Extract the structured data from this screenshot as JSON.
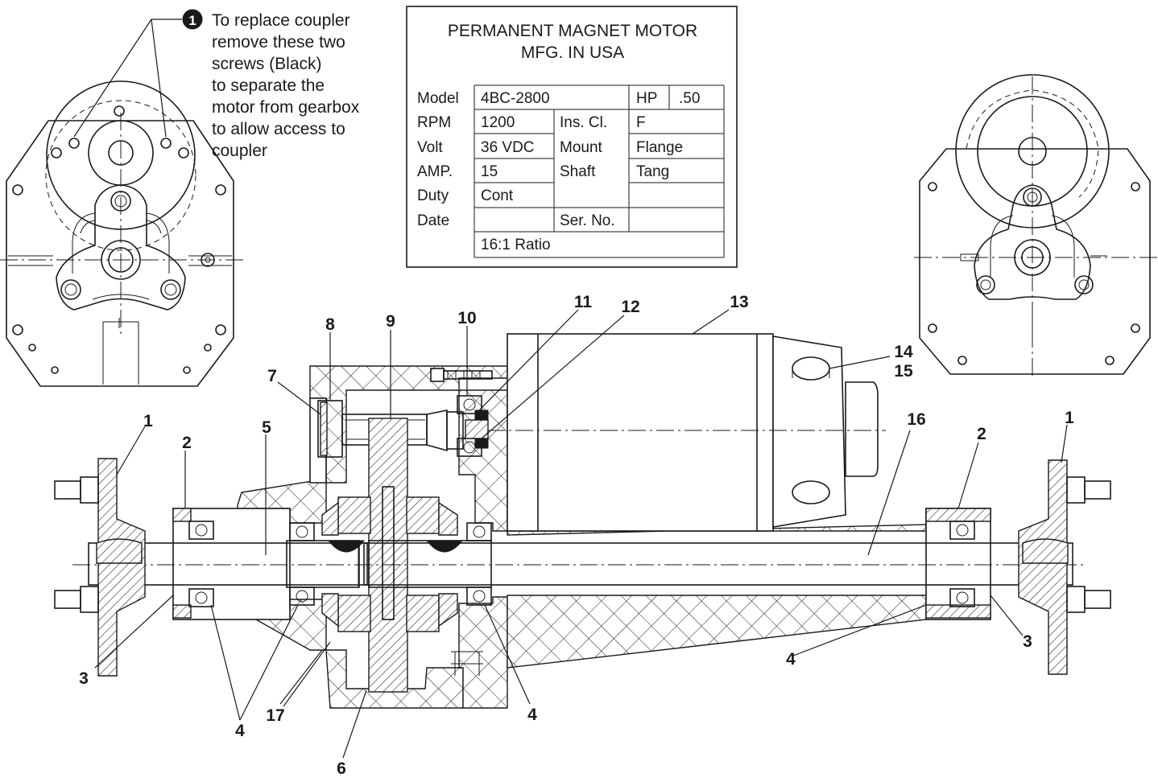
{
  "note": {
    "marker": "1",
    "lines": [
      "To replace coupler",
      "remove these two",
      "screws (Black)",
      "to separate the",
      "motor from gearbox",
      "to allow access to",
      "coupler"
    ]
  },
  "nameplate": {
    "title_line1": "PERMANENT MAGNET MOTOR",
    "title_line2": "MFG. IN USA",
    "rows": [
      [
        "Model",
        "4BC-2800",
        "",
        "HP",
        ".50"
      ],
      [
        "RPM",
        "1200",
        "Ins. Cl.",
        "F",
        ""
      ],
      [
        "Volt",
        "36 VDC",
        "Mount",
        "Flange",
        ""
      ],
      [
        "AMP.",
        "15",
        "Shaft",
        "Tang",
        ""
      ],
      [
        "Duty",
        "Cont",
        "",
        "",
        ""
      ],
      [
        "Date",
        "",
        "Ser. No.",
        "",
        ""
      ],
      [
        "",
        "16:1 Ratio",
        "",
        "",
        ""
      ]
    ]
  },
  "callouts": {
    "c1_left": "1",
    "c1_right": "1",
    "c2_left": "2",
    "c2_right": "2",
    "c3_left": "3",
    "c3_right": "3",
    "c4_left": "4",
    "c4_mid": "4",
    "c4_right": "4",
    "c5": "5",
    "c6": "6",
    "c7": "7",
    "c8": "8",
    "c9": "9",
    "c10": "10",
    "c11": "11",
    "c12": "12",
    "c13": "13",
    "c14": "14",
    "c15": "15",
    "c16": "16",
    "c17": "17"
  }
}
